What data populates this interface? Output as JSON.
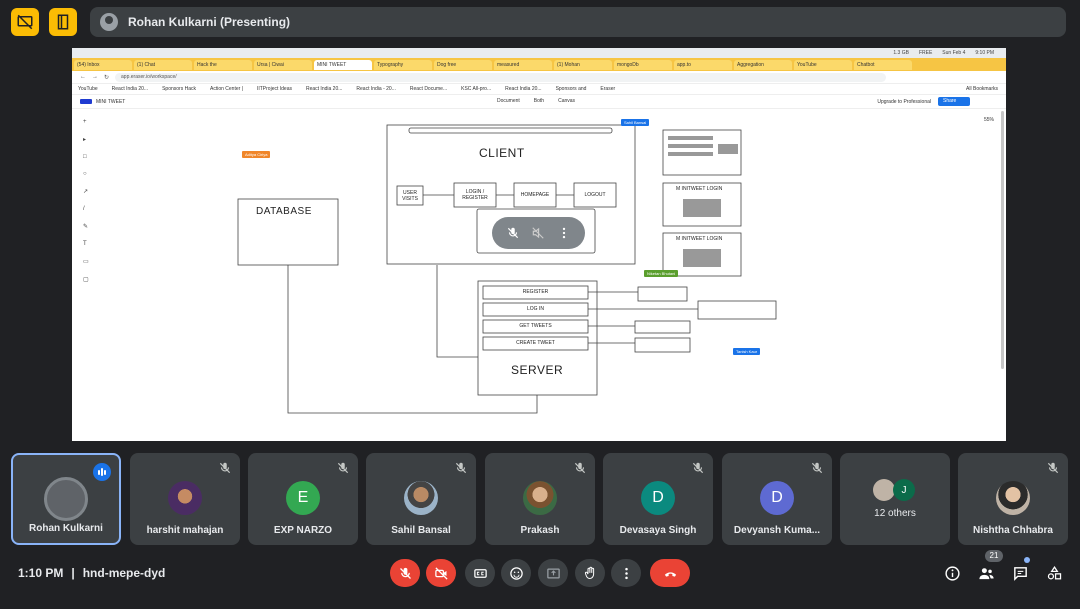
{
  "presenter": {
    "label": "Rohan Kulkarni (Presenting)"
  },
  "screen": {
    "os_status": [
      "1.3 GB",
      "FREE",
      "Sun Feb 4",
      "9:10 PM"
    ],
    "tabs": [
      "(54) Inbox",
      "(1) Chat",
      "Hack the",
      "Ursa | Ciwai",
      "MINI TWEET",
      "Typography",
      "Dog free",
      "measured",
      "(1) Mohan",
      "mongoDb",
      "app.to",
      "Aggregation",
      "YouTube",
      "Chatbot"
    ],
    "url": "app.eraser.io/workspace/",
    "bookmarks": [
      "YouTube",
      "React India 20...",
      "Sponsors Hack",
      "Action Center |",
      "IITProject Ideas",
      "React India 20...",
      "React India - 20...",
      "React Docume...",
      "KSC All-pro...",
      "React India 20...",
      "Sponsors and",
      "Eraser"
    ],
    "all_bookmarks": "All Bookmarks",
    "app_name": "MINI TWEET",
    "view_tabs": [
      "Document",
      "Both",
      "Canvas"
    ],
    "upgrade": "Upgrade to Professional",
    "share": "Share",
    "zoom": "55%",
    "diagram": {
      "client_title": "CLIENT",
      "database_title": "DATABASE",
      "server_title": "SERVER",
      "client_boxes": [
        "USER VISITS",
        "LOGIN / REGISTER",
        "HOMEPAGE",
        "LOGOUT"
      ],
      "server_rows": [
        "REGISTER",
        "LOG IN",
        "GET TWEETS",
        "CREATE TWEET"
      ],
      "mockup_titles": [
        "M INITWEET LOGIN",
        "M INITWEET LOGIN"
      ],
      "tags": [
        "Sahil Bansal",
        "Aditya Ciriya",
        "Niketan Bhutani",
        "Tanish Kaur"
      ]
    }
  },
  "participants": [
    {
      "name": "Rohan Kulkarni",
      "kind": "photo",
      "active": true
    },
    {
      "name": "harshit mahajan",
      "kind": "cartoon",
      "muted": true
    },
    {
      "name": "EXP NARZO",
      "kind": "letter",
      "letter": "E",
      "color": "#33a852",
      "muted": true
    },
    {
      "name": "Sahil Bansal",
      "kind": "photo2",
      "muted": true
    },
    {
      "name": "Prakash",
      "kind": "photo3",
      "muted": true
    },
    {
      "name": "Devasaya Singh",
      "kind": "letter",
      "letter": "D",
      "color": "#0b8a7f",
      "muted": true
    },
    {
      "name": "Devyansh Kuma...",
      "kind": "letter",
      "letter": "D",
      "color": "#5e6ad2",
      "muted": true
    },
    {
      "name": "12 others",
      "kind": "others",
      "second_letter": "J"
    },
    {
      "name": "Nishtha Chhabra",
      "kind": "photo4",
      "muted": true
    }
  ],
  "meeting": {
    "time": "1:10 PM",
    "separator": "|",
    "code": "hnd-mepe-dyd"
  },
  "people_count": "21",
  "colors": {
    "accent": "#8ab4f8",
    "danger": "#ea4335",
    "tile": "#3c4043",
    "bg": "#202124",
    "yellow": "#fbbc04"
  }
}
